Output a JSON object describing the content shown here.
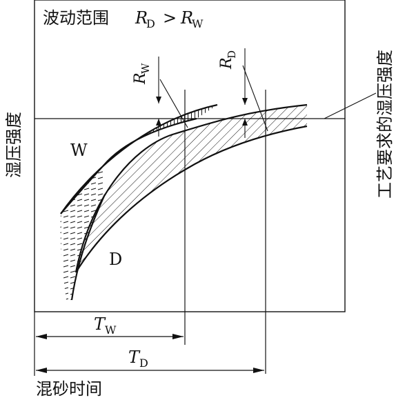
{
  "title": {
    "text": "波动范围",
    "r_d": "R",
    "r_d_sub": "D",
    "gt": ">",
    "r_w": "R",
    "r_w_sub": "W"
  },
  "axes": {
    "y_label": "湿压强度",
    "x_label": "混砂时间"
  },
  "requirement_label": "工艺要求的湿压强度",
  "band_labels": {
    "w": "W",
    "d": "D"
  },
  "range_labels": {
    "rw_letter": "R",
    "rw_sub": "W",
    "rd_letter": "R",
    "rd_sub": "D"
  },
  "time_labels": {
    "tw_letter": "T",
    "tw_sub": "W",
    "td_letter": "T",
    "td_sub": "D"
  },
  "colors": {
    "ink": "#111111",
    "background": "#ffffff"
  }
}
